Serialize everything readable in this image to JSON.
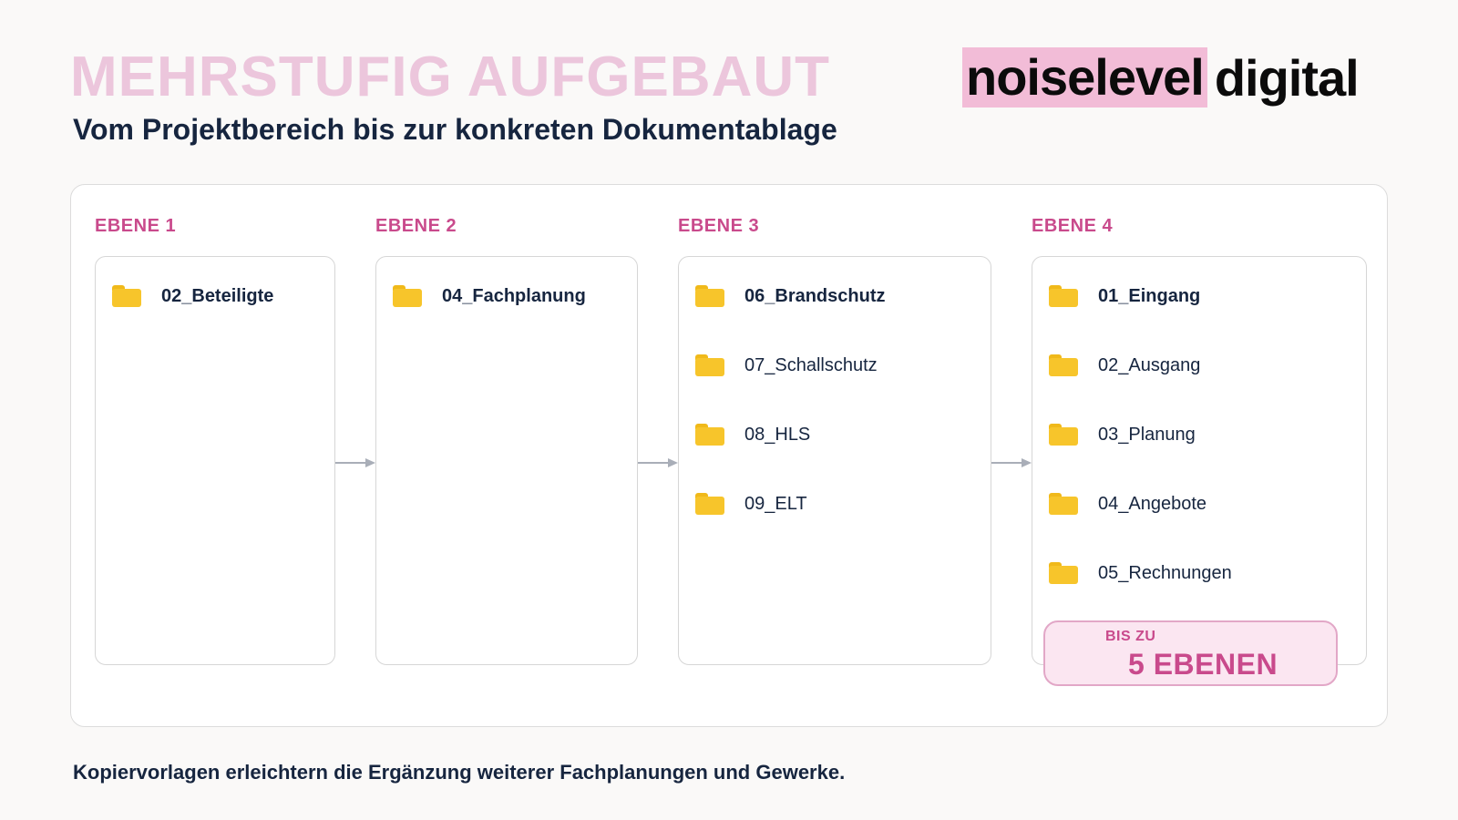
{
  "header": {
    "title": "MEHRSTUFIG AUFGEBAUT",
    "subtitle": "Vom Projektbereich bis zur konkreten Dokumentablage",
    "logo_highlight": "noiselevel",
    "logo_rest": "digital"
  },
  "levels": [
    {
      "label": "EBENE 1",
      "folders": [
        {
          "name": "02_Beteiligte",
          "bold": true
        }
      ]
    },
    {
      "label": "EBENE 2",
      "folders": [
        {
          "name": "04_Fachplanung",
          "bold": true
        }
      ]
    },
    {
      "label": "EBENE 3",
      "folders": [
        {
          "name": "06_Brandschutz",
          "bold": true
        },
        {
          "name": "07_Schallschutz",
          "bold": false
        },
        {
          "name": "08_HLS",
          "bold": false
        },
        {
          "name": "09_ELT",
          "bold": false
        }
      ]
    },
    {
      "label": "EBENE 4",
      "folders": [
        {
          "name": "01_Eingang",
          "bold": true
        },
        {
          "name": "02_Ausgang",
          "bold": false
        },
        {
          "name": "03_Planung",
          "bold": false
        },
        {
          "name": "04_Angebote",
          "bold": false
        },
        {
          "name": "05_Rechnungen",
          "bold": false
        }
      ]
    }
  ],
  "badge": {
    "small": "BIS ZU",
    "big": "5 EBENEN"
  },
  "footer": "Kopiervorlagen erleichtern die Ergänzung weiterer Fachplanungen und Gewerke.",
  "colors": {
    "title": "#ecc6dc",
    "accent": "#c94a8c",
    "navy": "#16253f",
    "folder": "#f7c52b",
    "logo_highlight": "#f2bcd7"
  }
}
